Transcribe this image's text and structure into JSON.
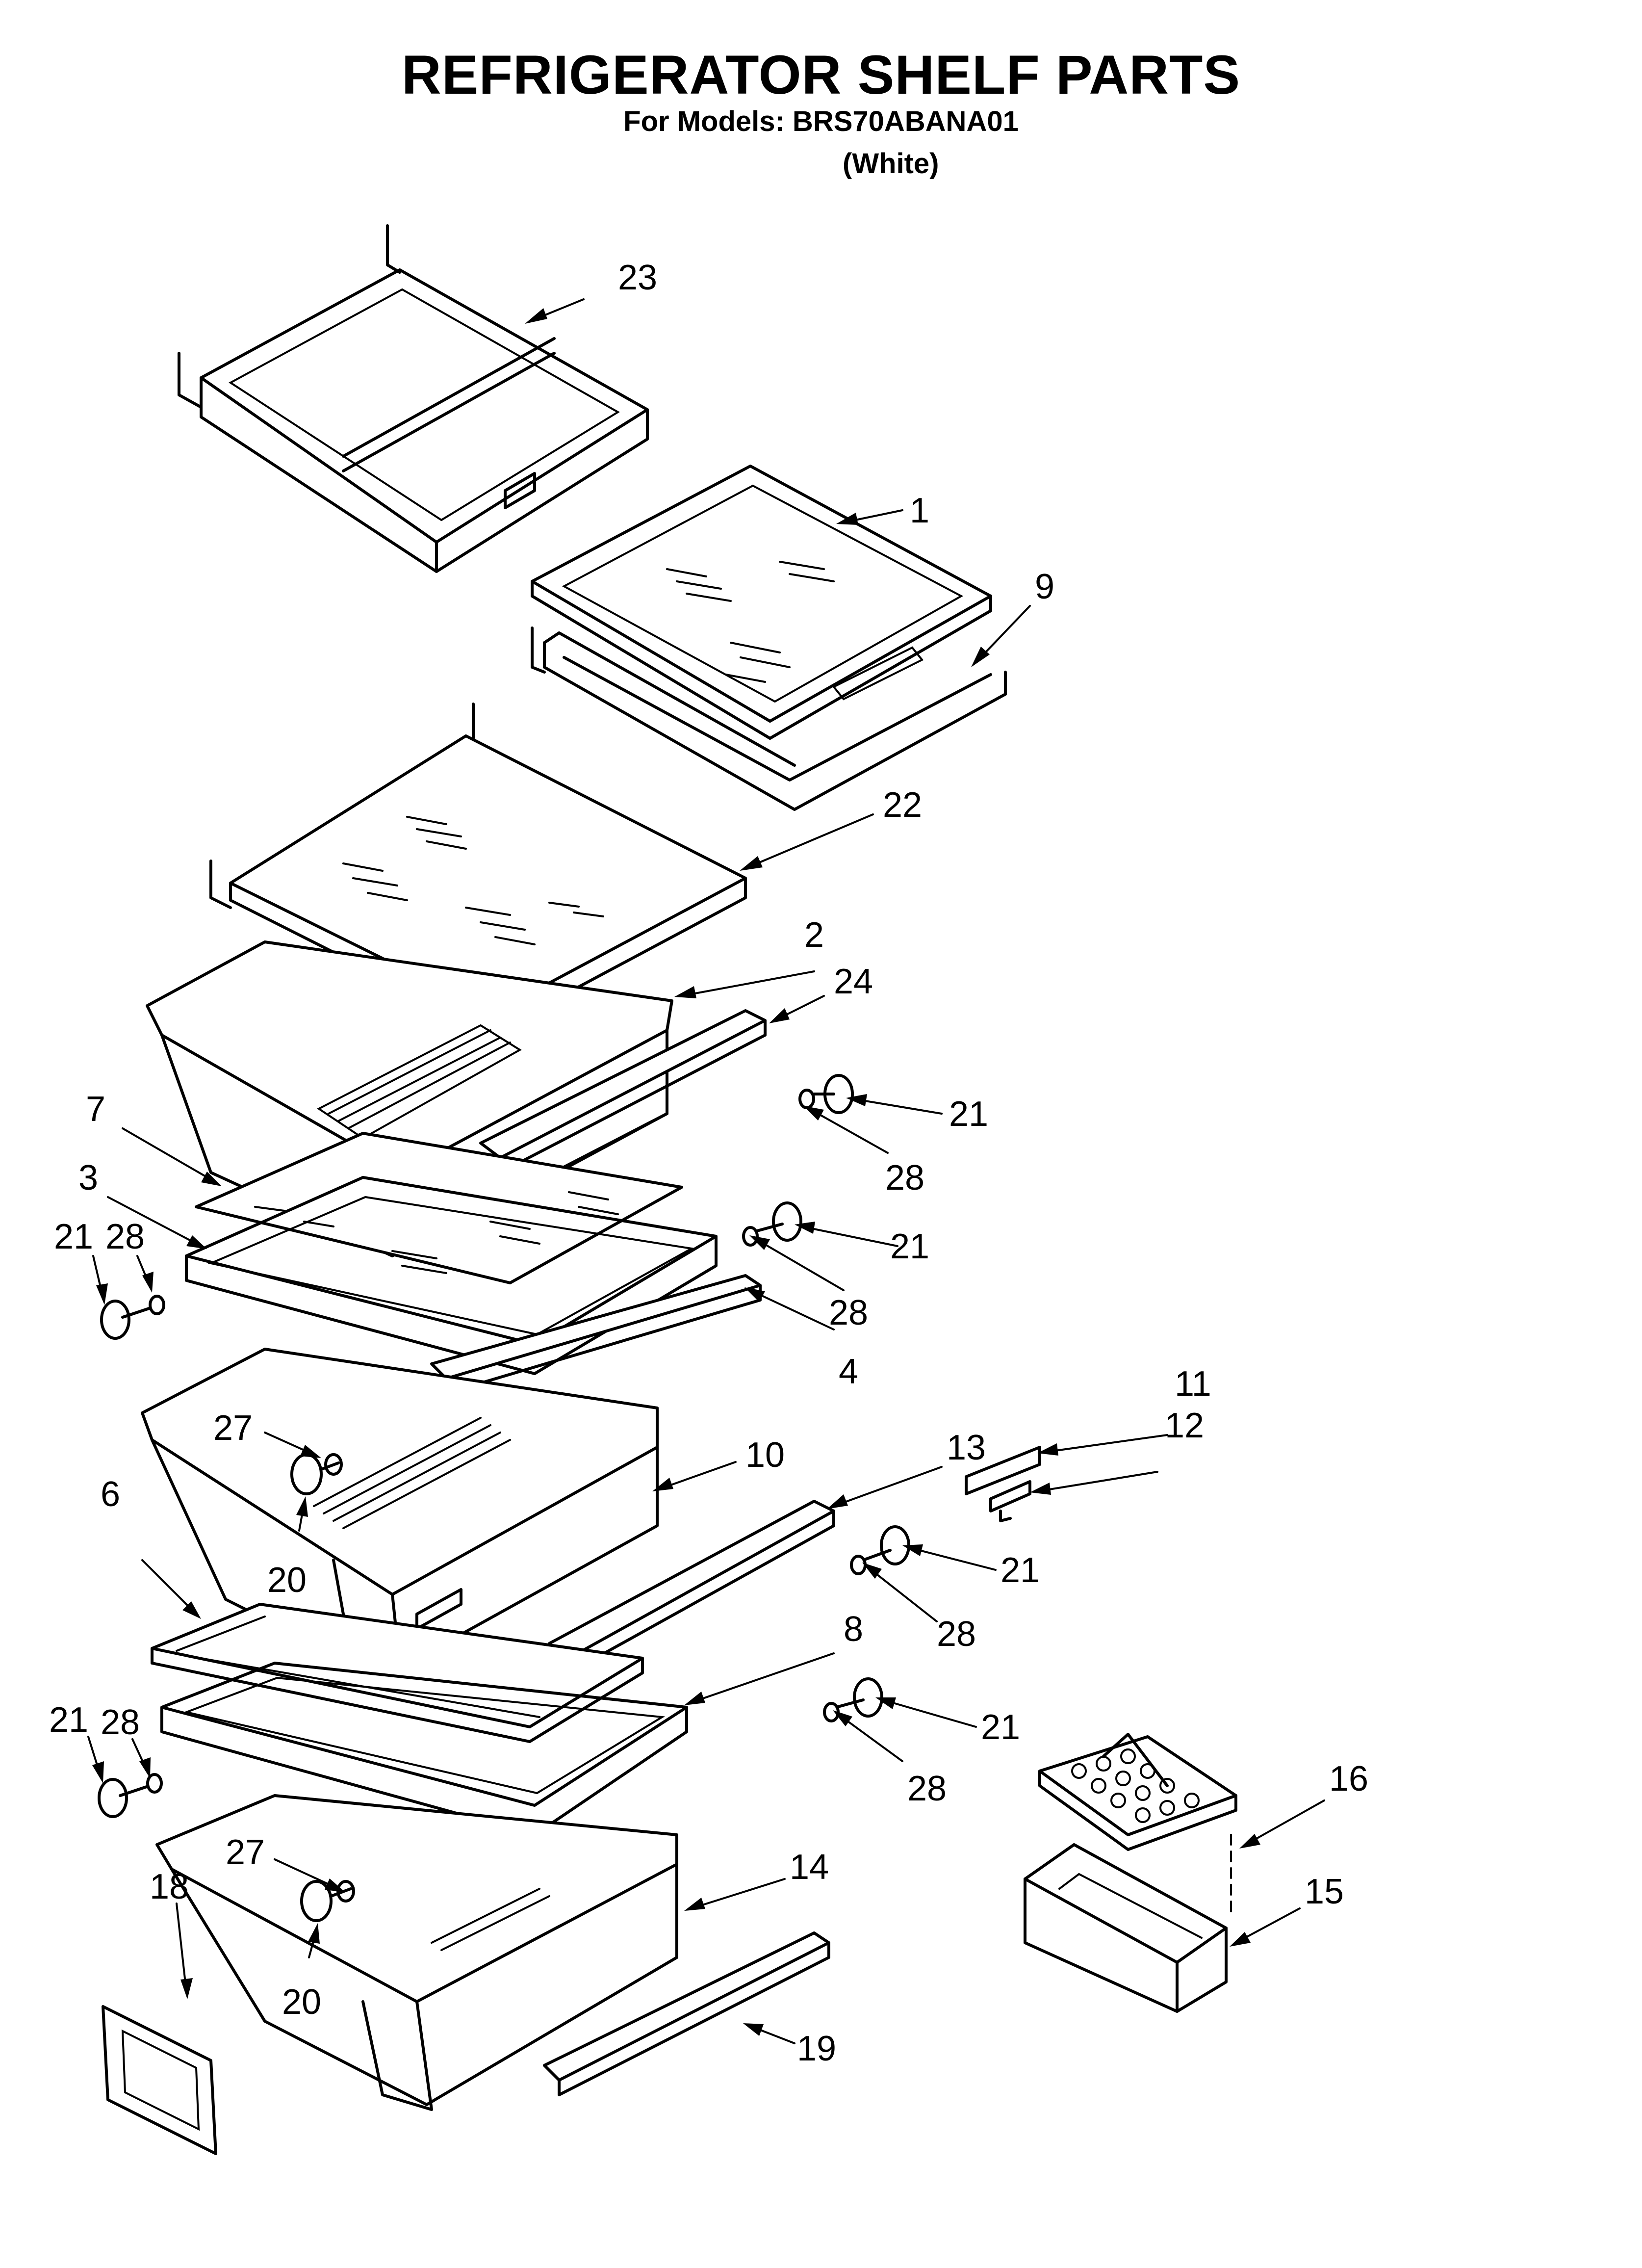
{
  "header": {
    "title": "REFRIGERATOR SHELF PARTS",
    "models": "For Models: BRS70ABANA01",
    "color": "(White)"
  },
  "callouts": {
    "p1": "1",
    "p2": "2",
    "p3": "3",
    "p4": "4",
    "p6": "6",
    "p7": "7",
    "p8": "8",
    "p9": "9",
    "p10": "10",
    "p11": "11",
    "p12": "12",
    "p13": "13",
    "p14": "14",
    "p15": "15",
    "p16": "16",
    "p18": "18",
    "p19": "19",
    "p20a": "20",
    "p20b": "20",
    "p21a": "21",
    "p21b": "21",
    "p21c": "21",
    "p21d": "21",
    "p21e": "21",
    "p21f": "21",
    "p22": "22",
    "p23": "23",
    "p24": "24",
    "p27a": "27",
    "p27b": "27",
    "p28a": "28",
    "p28b": "28",
    "p28c": "28",
    "p28d": "28",
    "p28e": "28",
    "p28f": "28"
  }
}
